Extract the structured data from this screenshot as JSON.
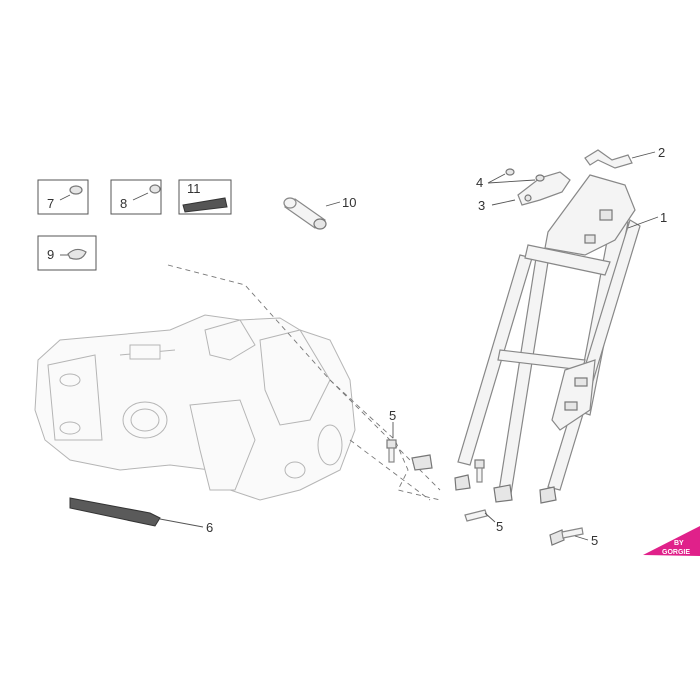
{
  "callouts": {
    "c1": "1",
    "c2": "2",
    "c3": "3",
    "c4": "4",
    "c5a": "5",
    "c5b": "5",
    "c5c": "5",
    "c6": "6",
    "c7": "7",
    "c8": "8",
    "c9": "9",
    "c10": "10",
    "c11": "11"
  },
  "watermark": {
    "line1": "BY",
    "line2": "GORGIE",
    "color": "#e0218a"
  }
}
